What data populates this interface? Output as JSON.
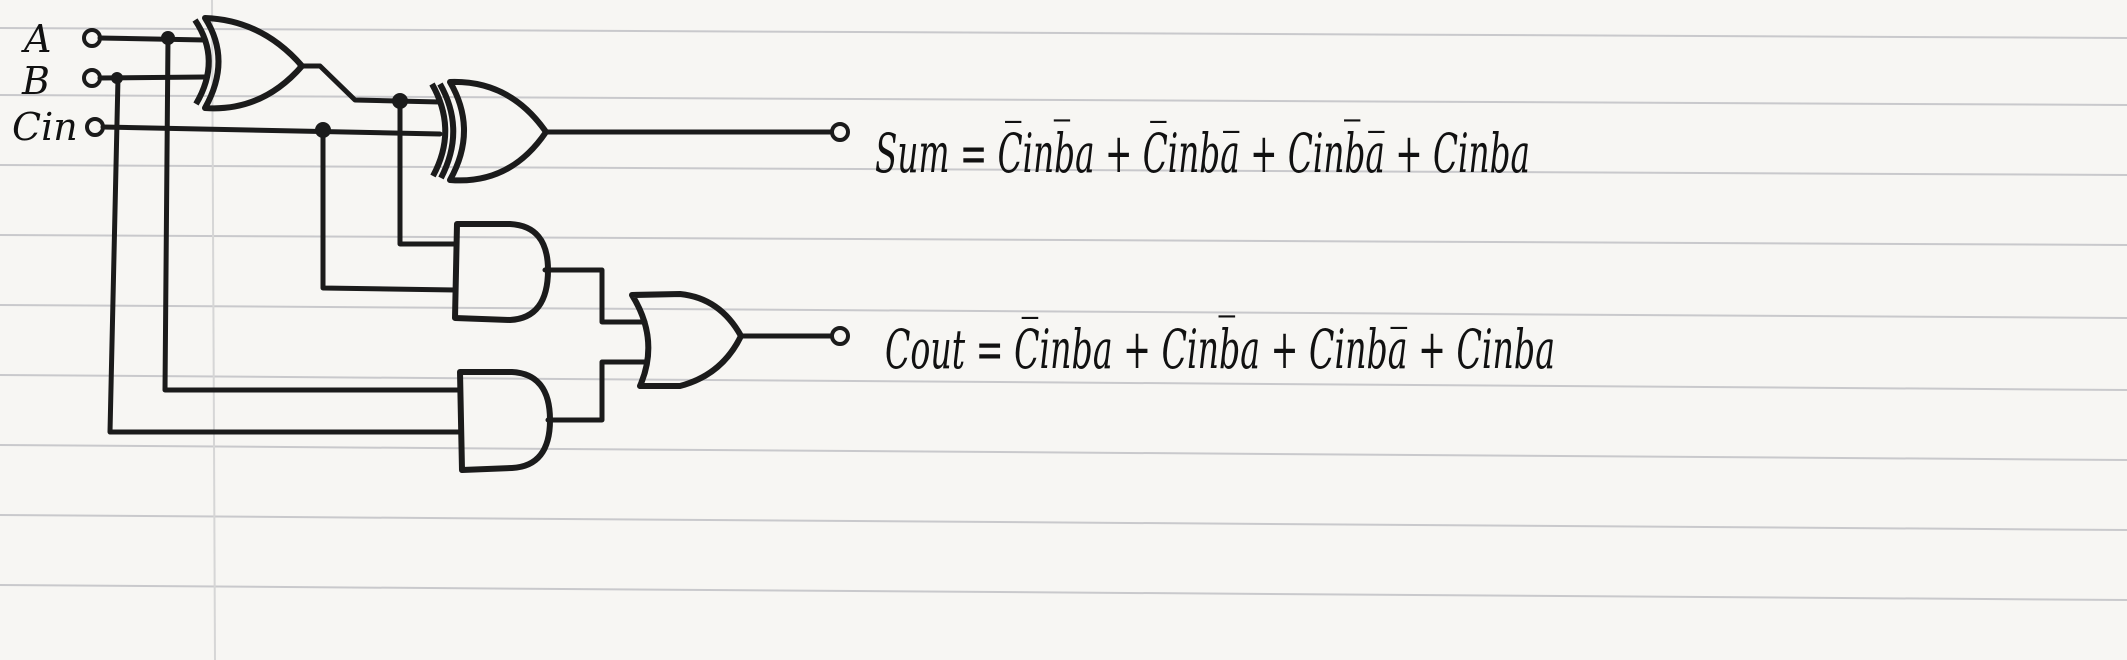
{
  "inputs": {
    "a": "A",
    "b": "B",
    "cin": "Cin"
  },
  "outputs": {
    "sum": "Sum = C̅inb̅a + C̅inba̅ + Cinb̅a̅ + Cinba",
    "cout": "Cout = C̅inba + Cinb̅a + Cinba̅ + Cinba"
  },
  "colors": {
    "ink": "#1b1b1b",
    "paper": "#f7f6f3",
    "rule": "#c9c9cc"
  }
}
